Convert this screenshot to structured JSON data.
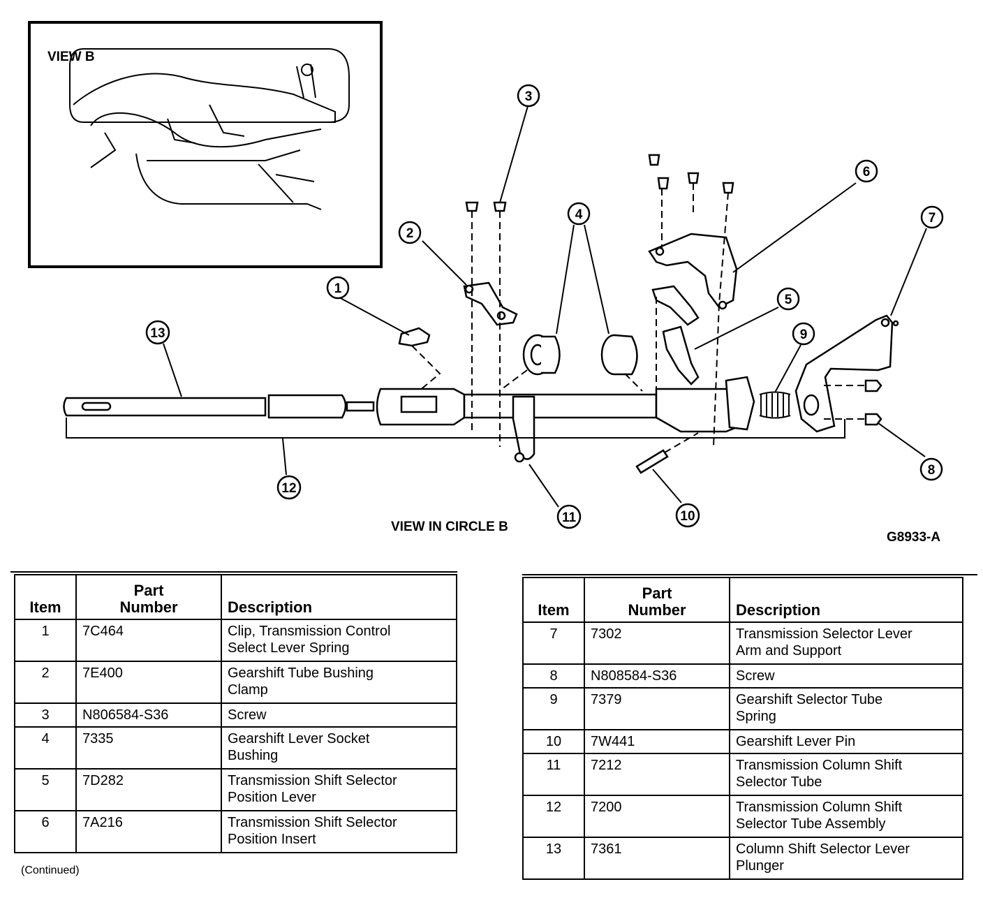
{
  "diagram": {
    "inset_label": "VIEW B",
    "caption": "VIEW IN CIRCLE B",
    "figure_code": "G8933-A",
    "callouts": [
      "1",
      "2",
      "3",
      "4",
      "5",
      "6",
      "7",
      "8",
      "9",
      "10",
      "11",
      "12",
      "13"
    ]
  },
  "table_headers": {
    "item": "Item",
    "part_number_line1": "Part",
    "part_number_line2": "Number",
    "description": "Description"
  },
  "left_table": [
    {
      "item": "1",
      "part": "7C464",
      "desc1": "Clip, Transmission Control",
      "desc2": "Select Lever Spring"
    },
    {
      "item": "2",
      "part": "7E400",
      "desc1": "Gearshift Tube Bushing",
      "desc2": "Clamp"
    },
    {
      "item": "3",
      "part": "N806584-S36",
      "desc1": "Screw",
      "desc2": ""
    },
    {
      "item": "4",
      "part": "7335",
      "desc1": "Gearshift Lever Socket",
      "desc2": "Bushing"
    },
    {
      "item": "5",
      "part": "7D282",
      "desc1": "Transmission Shift Selector",
      "desc2": "Position Lever"
    },
    {
      "item": "6",
      "part": "7A216",
      "desc1": "Transmission Shift Selector",
      "desc2": "Position Insert"
    }
  ],
  "right_table": [
    {
      "item": "7",
      "part": "7302",
      "desc1": "Transmission Selector Lever",
      "desc2": "Arm and Support"
    },
    {
      "item": "8",
      "part": "N808584-S36",
      "desc1": "Screw",
      "desc2": ""
    },
    {
      "item": "9",
      "part": "7379",
      "desc1": "Gearshift Selector Tube",
      "desc2": "Spring"
    },
    {
      "item": "10",
      "part": "7W441",
      "desc1": "Gearshift Lever Pin",
      "desc2": ""
    },
    {
      "item": "11",
      "part": "7212",
      "desc1": "Transmission Column Shift",
      "desc2": "Selector Tube"
    },
    {
      "item": "12",
      "part": "7200",
      "desc1": "Transmission Column Shift",
      "desc2": "Selector Tube Assembly"
    },
    {
      "item": "13",
      "part": "7361",
      "desc1": "Column Shift Selector Lever",
      "desc2": "Plunger"
    }
  ],
  "continued_note": "(Continued)"
}
